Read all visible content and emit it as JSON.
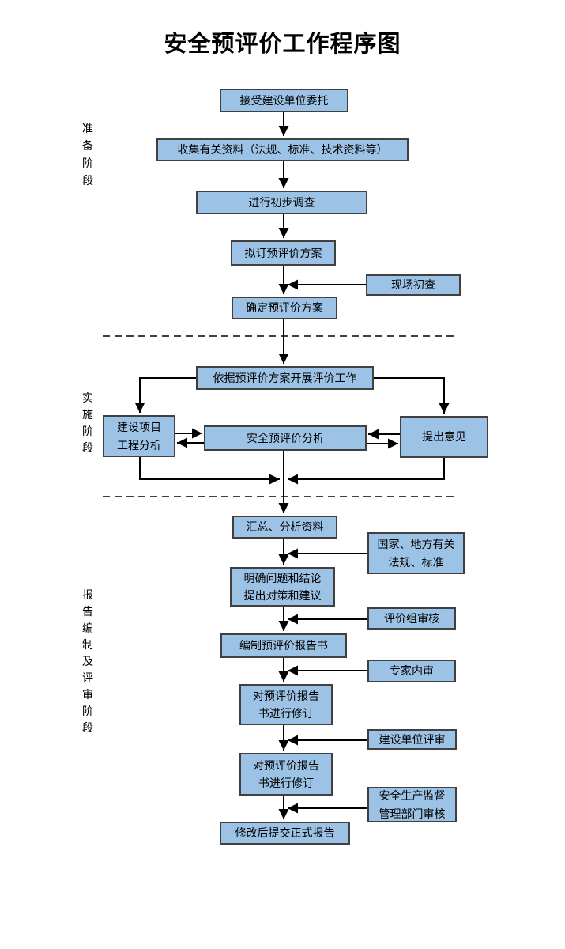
{
  "title": "安全预评价工作程序图",
  "phases": {
    "preparation": "准\n备\n阶\n段",
    "implementation": "实\n施\n阶\n段",
    "reporting": "报\n告\n编\n制\n及\n评\n审\n阶\n段"
  },
  "nodes": {
    "accept_commission": "接受建设单位委托",
    "collect_materials": "收集有关资料（法规、标准、技术资料等）",
    "preliminary_investigation": "进行初步调查",
    "draft_plan": "拟订预评价方案",
    "site_check": "现场初查",
    "confirm_plan": "确定预评价方案",
    "carry_out_work": "依据预评价方案开展评价工作",
    "project_analysis": "建设项目\n工程分析",
    "safety_analysis": "安全预评价分析",
    "propose_opinions": "提出意见",
    "summarize": "汇总、分析资料",
    "laws_standards": "国家、地方有关\n法规、标准",
    "clarify_problems": "明确问题和结论\n提出对策和建议",
    "group_review": "评价组审核",
    "compile_report": "编制预评价报告书",
    "expert_review": "专家内审",
    "revise_report_1": "对预评价报告\n书进行修订",
    "owner_review": "建设单位评审",
    "revise_report_2": "对预评价报告\n书进行修订",
    "authority_review": "安全生产监督\n管理部门审核",
    "submit_final": "修改后提交正式报告"
  },
  "colors": {
    "box_fill": "#9CC3E5",
    "box_border": "#404040",
    "line": "#000000"
  }
}
